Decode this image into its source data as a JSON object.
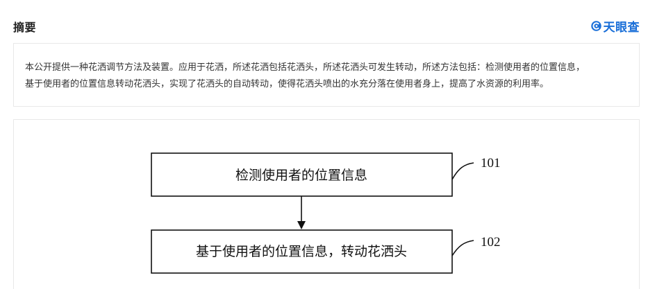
{
  "section": {
    "title": "摘要"
  },
  "brand": {
    "name": "天眼查",
    "icon": "tianyancha-logo-icon",
    "color": "#1a6fd8"
  },
  "abstract": {
    "text": "本公开提供一种花洒调节方法及装置。应用于花洒，所述花洒包括花洒头，所述花洒头可发生转动，所述方法包括：检测使用者的位置信息，\n基于使用者的位置信息转动花洒头，实现了花洒头的自动转动，使得花洒头喷出的水充分落在使用者身上，提高了水资源的利用率。"
  },
  "figure": {
    "steps": [
      {
        "label": "检测使用者的位置信息",
        "ref": "101"
      },
      {
        "label": "基于使用者的位置信息，转动花洒头",
        "ref": "102"
      }
    ]
  }
}
